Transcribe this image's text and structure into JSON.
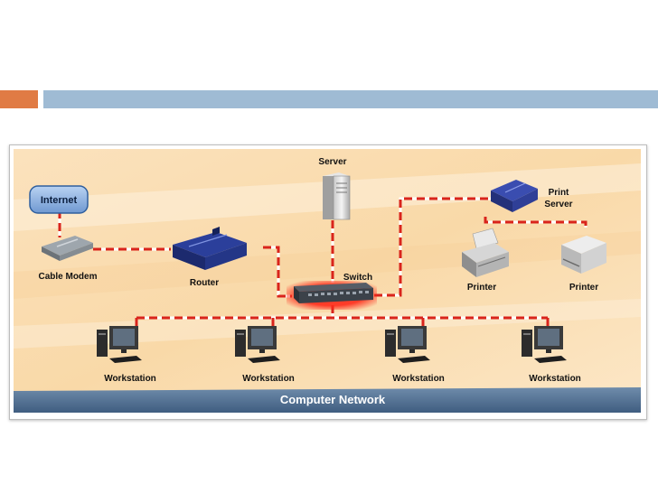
{
  "slide": {
    "accent_color": "#e07b44",
    "title_bar_color": "#9fbbd4"
  },
  "diagram": {
    "footer": "Computer Network",
    "link_style": "red-white dashed",
    "link_color": "#d9241c",
    "nodes": {
      "internet": "Internet",
      "cable_modem": "Cable Modem",
      "router": "Router",
      "server": "Server",
      "switch": "Switch",
      "print_server_line1": "Print",
      "print_server_line2": "Server",
      "printer1": "Printer",
      "printer2": "Printer",
      "workstation1": "Workstation",
      "workstation2": "Workstation",
      "workstation3": "Workstation",
      "workstation4": "Workstation"
    }
  }
}
